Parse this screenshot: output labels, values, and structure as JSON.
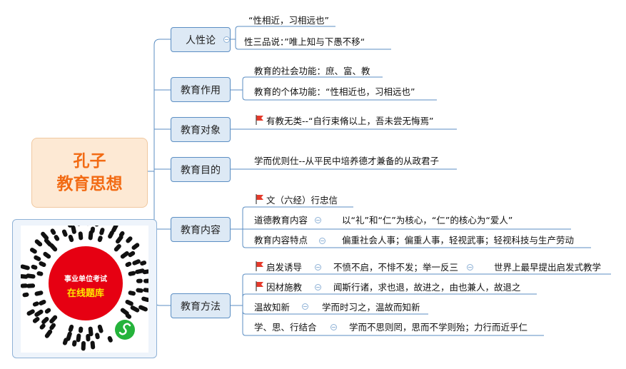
{
  "root": {
    "line1": "孔子",
    "line2": "教育思想"
  },
  "branches": [
    {
      "label": "人性论"
    },
    {
      "label": "教育作用"
    },
    {
      "label": "教育对象"
    },
    {
      "label": "教育目的"
    },
    {
      "label": "教育内容"
    },
    {
      "label": "教育方法"
    }
  ],
  "leaves": {
    "humanity_1": "“性相近，习相远也”",
    "humanity_2": "性三品说：”唯上知与下愚不移“",
    "role_1": "教育的社会功能：庶、富、教",
    "role_2": "教育的个体功能：“性相近也，习相远也”",
    "object_1": "有教无类--“自行束脩以上，吾未尝无悔焉”",
    "goal_1": "学而优则仕--从平民中培养德才兼备的从政君子",
    "content_1": "文（六经）行忠信",
    "content_2_label": "道德教育内容",
    "content_2_value": "以“礼”和“仁”为核心，“仁”的核心为“爱人”",
    "content_3_label": "教育内容特点",
    "content_3_value": "偏重社会人事；偏重人事，轻视武事；轻视科技与生产劳动",
    "method_1_label": "启发诱导",
    "method_1_value": "不愤不启，不悱不发；举一反三",
    "method_1_extra": "世界上最早提出启发式教学",
    "method_2_label": "因材施教",
    "method_2_value": "闻斯行诸，求也退，故进之，由也兼人，故退之",
    "method_3_label": "温故知新",
    "method_3_value": "学而时习之，温故而知新",
    "method_4_label": "学、思、行结合",
    "method_4_value": "学而不思则罔，思而不学则殆；力行而近乎仁"
  },
  "qr": {
    "line1": "事业单位考试",
    "line2": "在线题库"
  },
  "colors": {
    "root_text": "#f26b14",
    "root_bg": "#fde9d4",
    "branch_bg": "#dde9f5",
    "line": "#5b8ec3",
    "flag": "#e53b2c"
  }
}
